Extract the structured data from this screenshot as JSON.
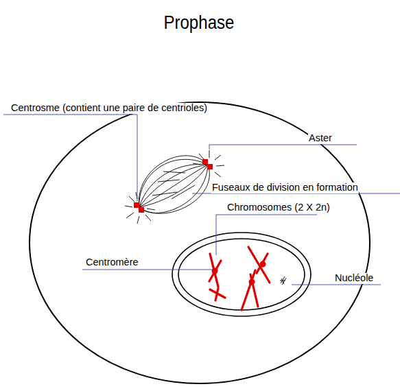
{
  "diagram": {
    "title": "Prophase",
    "labels": [
      "Centrosme (contient une paire de centrioles)",
      "Aster",
      "Fuseaux de division en formation",
      "Chromosomes (2 X 2n)",
      "Centromère",
      "Nucléole"
    ]
  }
}
